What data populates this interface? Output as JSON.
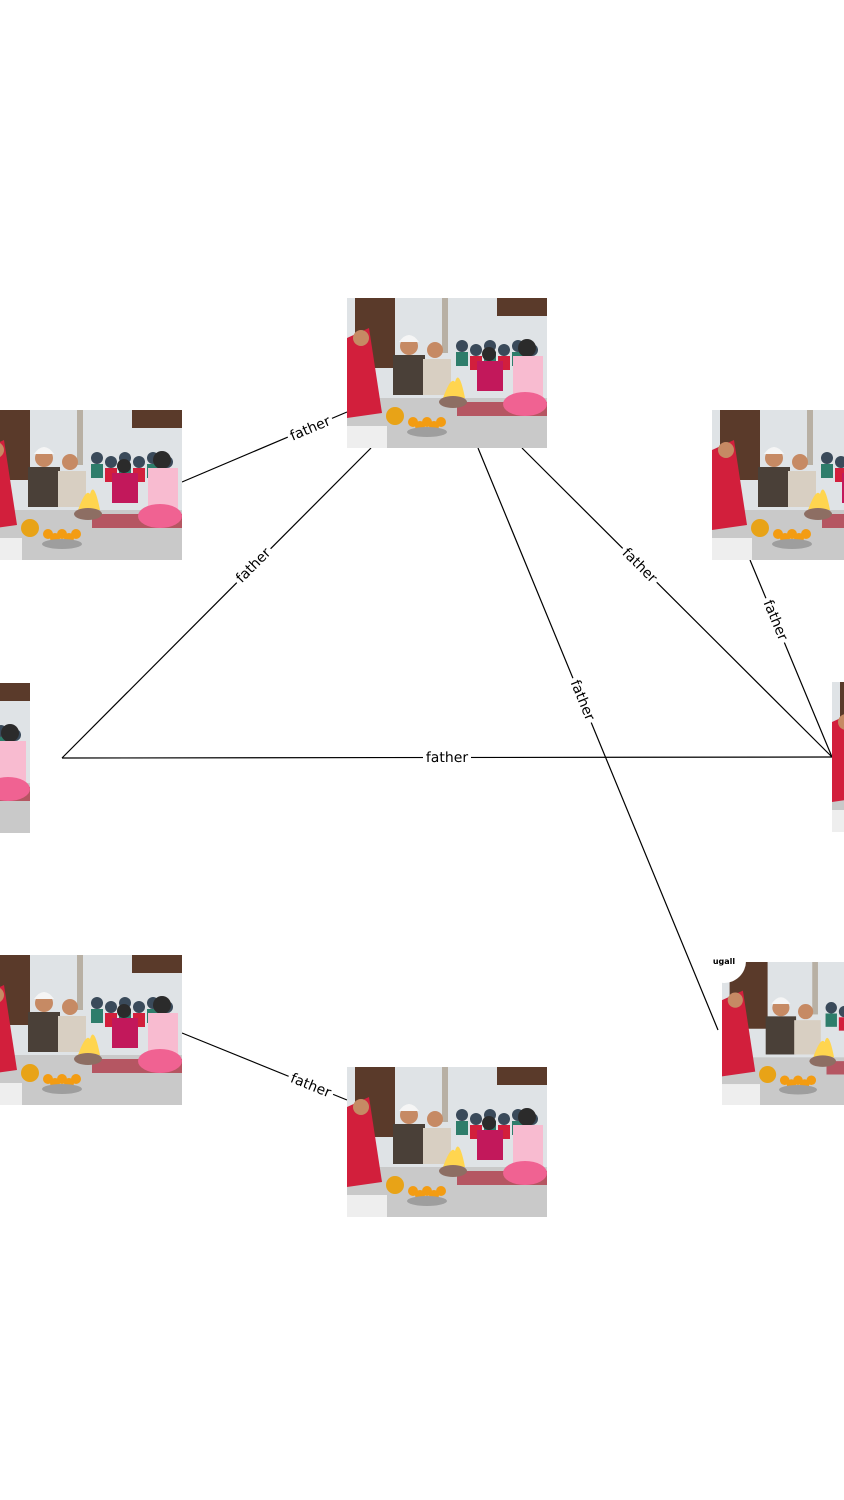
{
  "photo_palette": {
    "sky": "#e9ecef",
    "wall": "#dfe3e6",
    "wood": "#5a3a2a",
    "bride": "#d21f3c",
    "gold": "#e8a317",
    "marigold": "#f39c12",
    "fire": "#ffd54f",
    "pink": "#f06292",
    "dress": "#f8bbd0",
    "skin": "#c68a64",
    "floor": "#c9c9c9",
    "crowd": "#3a4a5a"
  },
  "nodes": [
    {
      "id": "n-top-center"
    },
    {
      "id": "n-left-upper"
    },
    {
      "id": "n-right-upper"
    },
    {
      "id": "n-left-middle"
    },
    {
      "id": "n-right-middle"
    },
    {
      "id": "n-left-lower"
    },
    {
      "id": "n-bottom-center"
    },
    {
      "id": "n-right-lower",
      "tag": "ugall"
    }
  ],
  "edges": [
    {
      "from": "n-left-upper",
      "to": "n-top-center",
      "label": "father"
    },
    {
      "from": "n-top-center",
      "to": "n-left-middle",
      "label": "father"
    },
    {
      "from": "n-top-center",
      "to": "n-right-middle",
      "label": "father"
    },
    {
      "from": "n-top-center",
      "to": "n-right-lower",
      "label": "father"
    },
    {
      "from": "n-right-upper",
      "to": "n-right-middle",
      "label": "father"
    },
    {
      "from": "n-left-middle",
      "to": "n-right-middle",
      "label": "father"
    },
    {
      "from": "n-left-lower",
      "to": "n-bottom-center",
      "label": "father"
    }
  ]
}
